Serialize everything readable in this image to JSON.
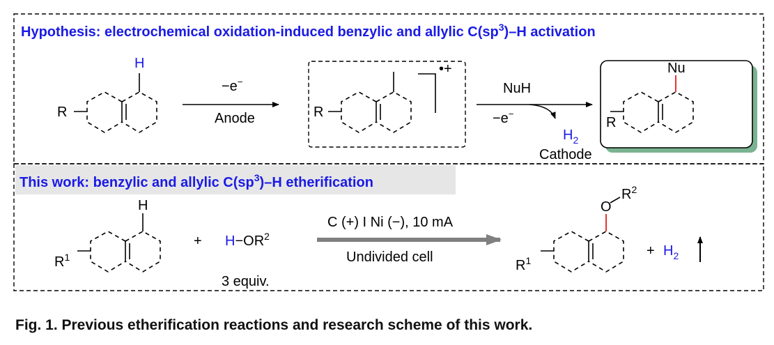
{
  "hypothesis": {
    "title_main": "Hypothesis: electrochemical oxidation-induced benzylic and allylic C(sp",
    "title_sup": "3",
    "title_end": ")–H activation",
    "r_label": "R",
    "h_label": "H",
    "arrow1_top": "−e",
    "arrow1_top_sup": "−",
    "arrow1_bottom": "Anode",
    "radical_charge": "•+",
    "arrow2_top": "NuH",
    "arrow2_mid": "−e",
    "arrow2_mid_sup": "−",
    "h2_label": "H",
    "h2_sub": "2",
    "cathode_label": "Cathode",
    "nu_label": "Nu"
  },
  "thiswork": {
    "title_main": "This work: benzylic and allylic C(sp",
    "title_sup": "3",
    "title_end": ")–H etherification",
    "r1_label": "R",
    "r1_sup": "1",
    "h_label": "H",
    "plus": "+",
    "reagent_h": "H",
    "reagent_dash": "−OR",
    "reagent_sup": "2",
    "equiv": "3 equiv.",
    "conditions_top": "C (+) I Ni (−), 10 mA",
    "conditions_bottom": "Undivided cell",
    "o_label": "O",
    "r2_label": "R",
    "r2_sup": "2",
    "plus2": "+",
    "h2_label": "H",
    "h2_sub": "2"
  },
  "caption": "Fig. 1. Previous etherification reactions and research scheme of this work.",
  "colors": {
    "accent_blue": "#1a1ae6",
    "bond_red": "#e0201a",
    "arrow_gray": "#808080",
    "shadow_green": "#7ab391",
    "highlight_gray": "#e6e6e6"
  }
}
